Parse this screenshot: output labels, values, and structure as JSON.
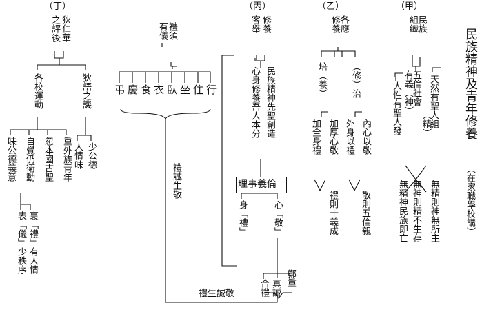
{
  "title": "民族精神及青年修養",
  "subtitle": "（在家職學校講）",
  "sections": {
    "jia": {
      "marker": "（甲）",
      "head_a": "組織",
      "head_b": "民族",
      "wulun": "五倫社會",
      "youyi": "有義（神）",
      "jing": "（精）",
      "renxing": "人性有聖人發",
      "tianran": "天然有聖人組",
      "wu1": "無精則神無所主",
      "wu2": "無神則精不生存",
      "wu3": "無精神民族即亡"
    },
    "yi": {
      "marker": "（乙）",
      "head_a": "修養",
      "head_b": "各應",
      "pei": "培（養）",
      "xiu": "（修）治",
      "b1": "加全身禮",
      "b2": "加厚心敬",
      "b3": "外身以禮",
      "b4": "內心以敬",
      "r1": "禮則十義成",
      "r2": "敬則五倫親"
    },
    "bing": {
      "marker": "（丙）",
      "head_a": "客舉",
      "head_b": "修養",
      "c1": "心身修養吾人本分",
      "c2": "民族精神先聖創造",
      "box": "理事義倫",
      "shen": "身「禮」",
      "xin": "心「敬」",
      "he": "合禮",
      "zhen": "真誠",
      "zheng": "鄭重",
      "bottom": "禮生誠敬",
      "liyi": "有儀",
      "lixu": "禮須",
      "items": [
        "弔",
        "慶",
        "食",
        "衣",
        "臥",
        "坐",
        "住",
        "行"
      ],
      "chengsheng": "禮誠生敬"
    },
    "ding": {
      "marker": "（丁）",
      "head_a": "之評後",
      "head_b": "狄仁華",
      "gexiao": "各校運動",
      "diyu": "狄語之譏",
      "g1": "味公德義意",
      "g2": "自覺仍衛動",
      "g3": "忽本國古聖",
      "g4": "重外族青年",
      "d1": "人情味",
      "d2": "少公德",
      "biao": "表「儀」少秩序",
      "li": "裏「禮」有人情"
    }
  }
}
